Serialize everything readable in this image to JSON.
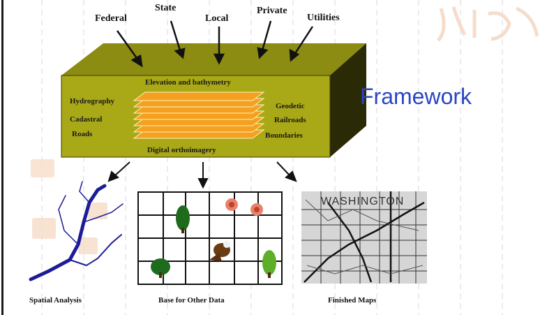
{
  "sources": {
    "federal": "Federal",
    "state": "State",
    "local": "Local",
    "private": "Private",
    "utilities": "Utilities"
  },
  "box": {
    "top": "Elevation and bathymetry",
    "bottom": "Digital orthoimagery",
    "left": [
      "Hydrography",
      "Cadastral",
      "Roads"
    ],
    "right": [
      "Geodetic",
      "Railroads",
      "Boundaries"
    ]
  },
  "framework_label": "Framework",
  "outputs": {
    "spatial": "Spatial Analysis",
    "base": "Base for Other Data",
    "maps": "Finished Maps"
  },
  "map_text": "WASHINGTON",
  "colors": {
    "box_front": "#a9a816",
    "box_top": "#8c8c12",
    "box_side": "#2a2a06",
    "layers": "#f5a020",
    "framework": "#2b45c4"
  }
}
